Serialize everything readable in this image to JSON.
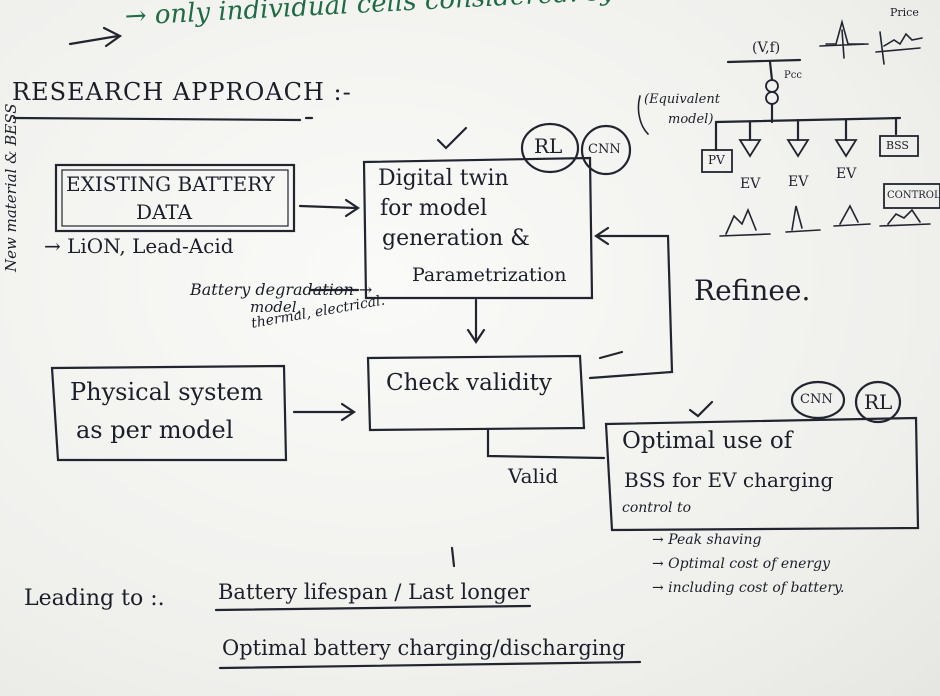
{
  "top_note": "→ only individual cells considered: system modeling",
  "heading": "RESEARCH APPROACH :-",
  "side_note": "New material & BESS",
  "boxes": {
    "existing": {
      "line1": "EXISTING BATTERY",
      "line2": "DATA",
      "sub": "→ LiON, Lead-Acid"
    },
    "digital_twin": {
      "line1": "Digital twin",
      "line2": "for model",
      "line3": "generation &",
      "line4": "Parametrization"
    },
    "physical": {
      "line1": "Physical system",
      "line2": "as per model"
    },
    "check": {
      "label": "Check validity"
    },
    "optimal": {
      "line1": "Optimal use of",
      "line2": "BSS for EV charging",
      "line3": "control to"
    }
  },
  "badges": {
    "rl1": "RL",
    "cnn1": "CNN",
    "cnn2": "CNN",
    "rl2": "RL"
  },
  "degradation_note": {
    "line1": "Battery degradation →",
    "line2": "model,",
    "line3": "thermal, electrical."
  },
  "refinee": "Refinee.",
  "valid": "Valid",
  "bullets": [
    "→ Peak shaving",
    "→ Optimal cost of energy",
    "→ including cost of battery."
  ],
  "leading": {
    "label": "Leading to :.",
    "line1": "Battery lifespan / Last longer",
    "line2": "Optimal battery charging/discharging"
  },
  "network": {
    "vf": "(V,f)",
    "pcc": "Pcc",
    "price": "Price",
    "equiv": {
      "line1": "(Equivalent",
      "line2": "model)"
    },
    "pv": "PV",
    "ev": [
      "EV",
      "EV",
      "EV"
    ],
    "bss": "BSS",
    "control": "CONTROL"
  }
}
